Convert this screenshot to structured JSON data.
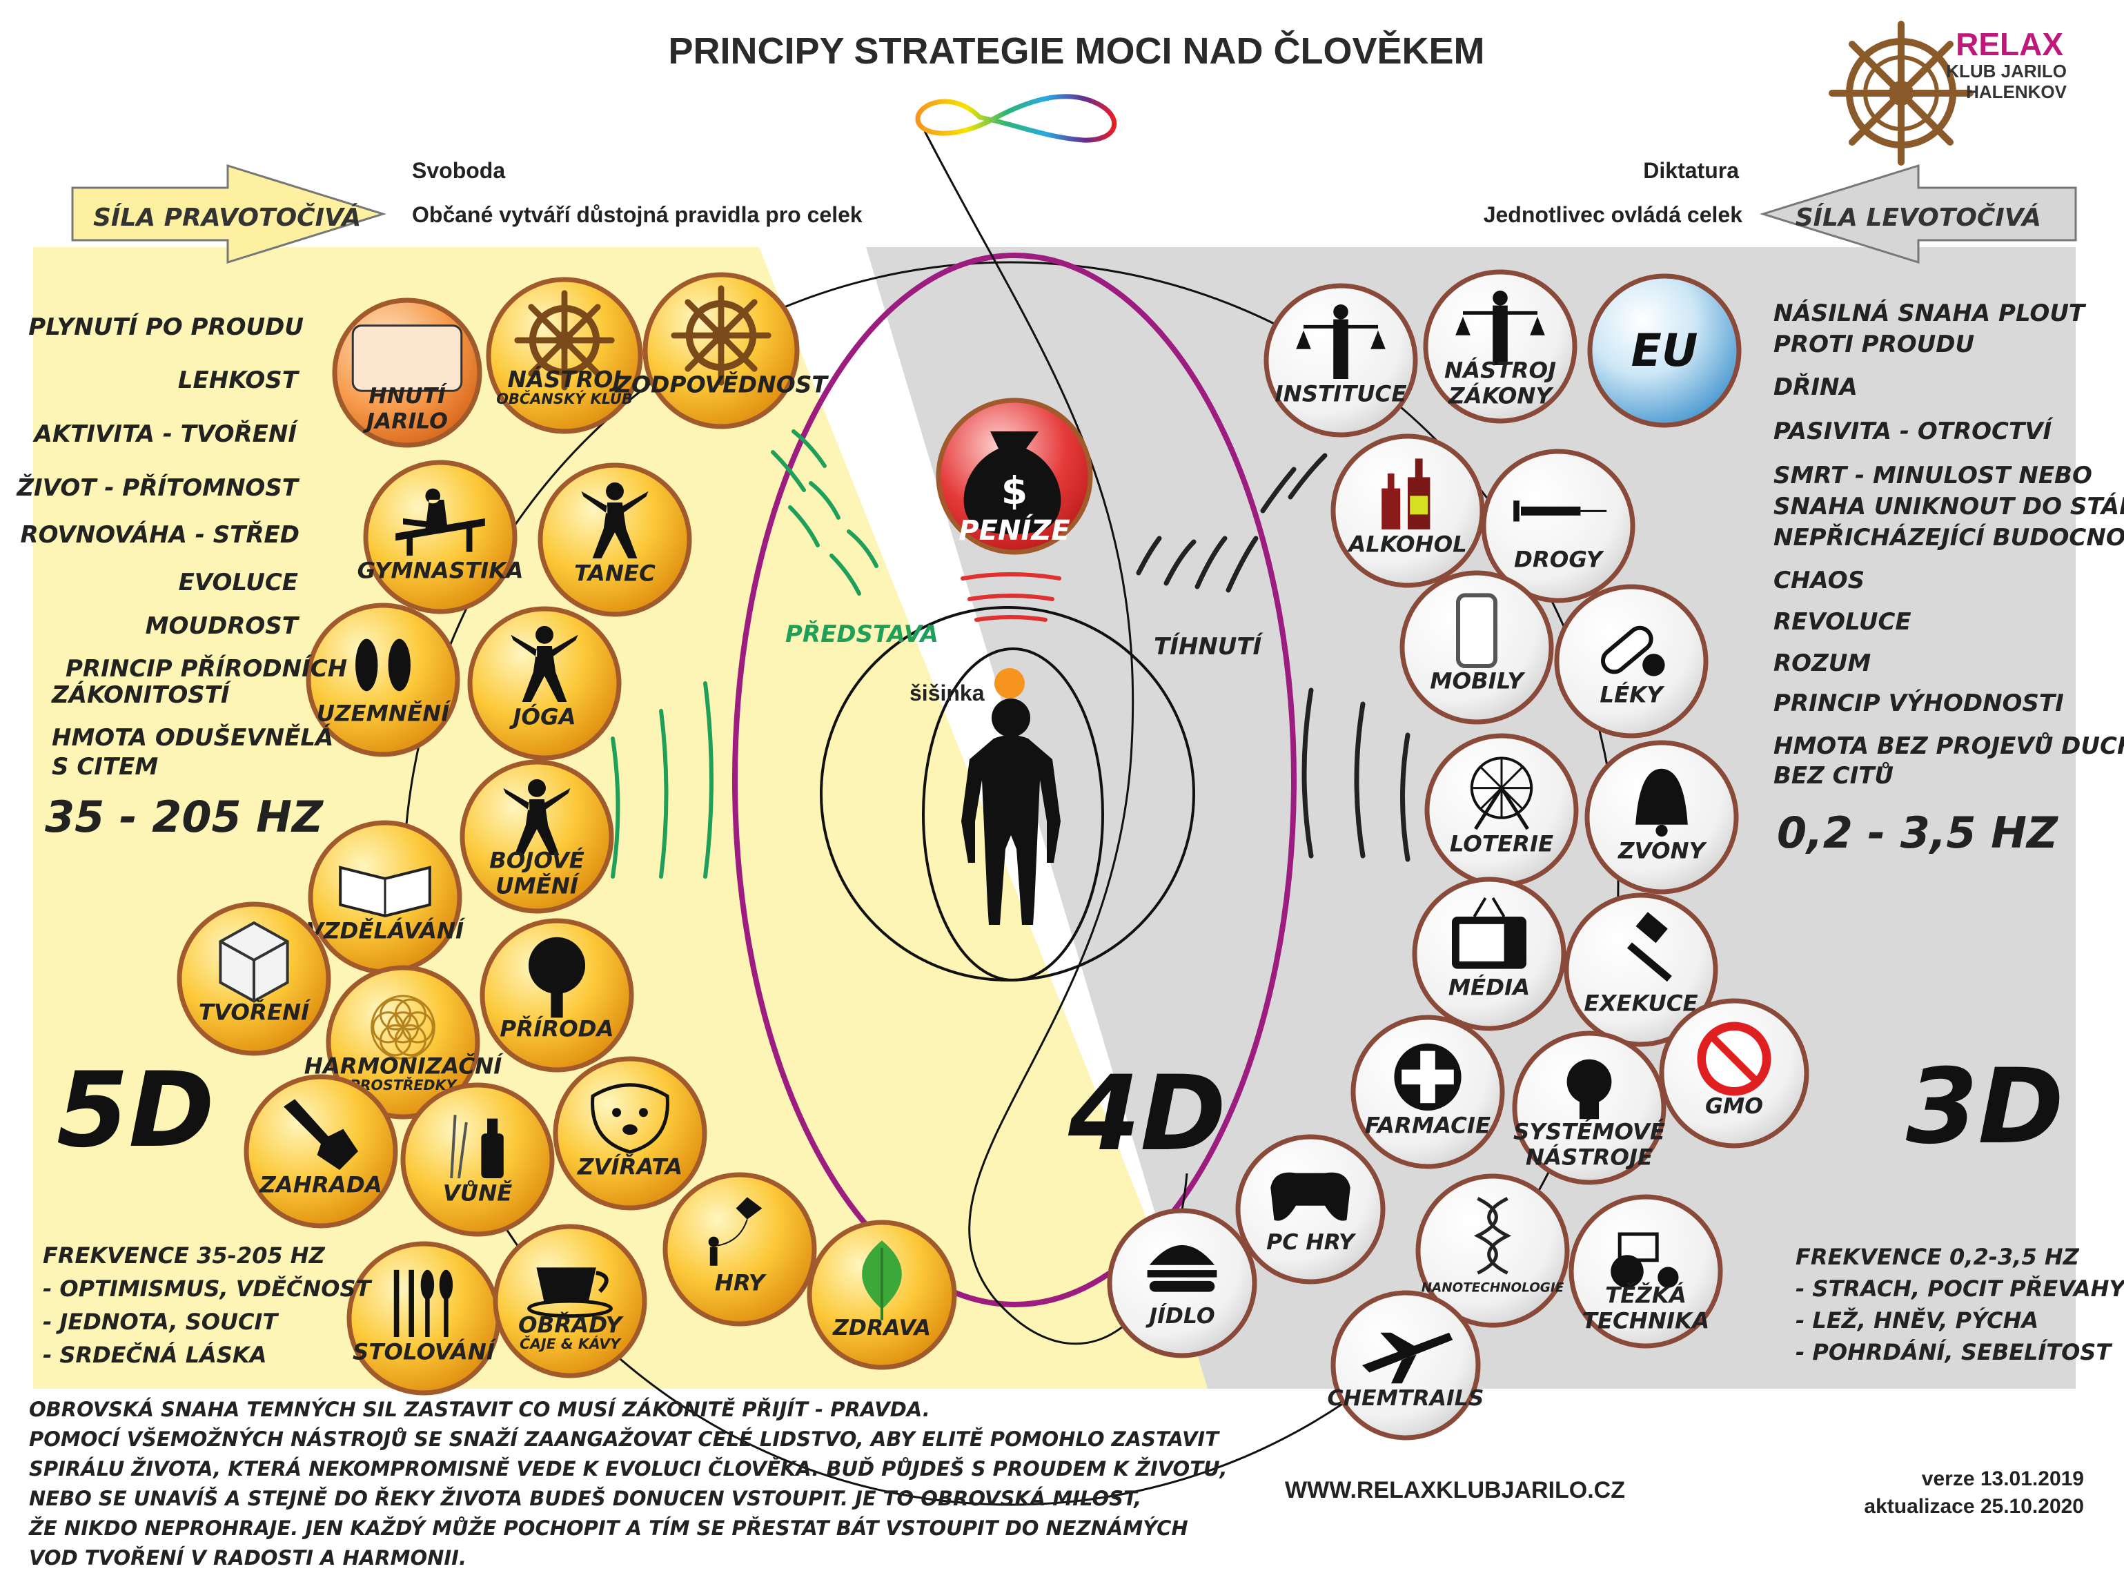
{
  "title": "PRINCIPY STRATEGIE MOCI NAD ČLOVĚKEM",
  "logo": {
    "brand": "RELAX",
    "line1": "KLUB JARILO",
    "line2": "HALENKOV"
  },
  "header_left": {
    "arrow_label": "SÍLA PRAVOTOČIVÁ",
    "heading": "Svoboda",
    "subheading": "Občané vytváří důstojná pravidla pro celek"
  },
  "header_right": {
    "arrow_label": "SÍLA LEVOTOČIVÁ",
    "heading": "Diktatura",
    "subheading": "Jednotlivec ovládá celek"
  },
  "left_list": [
    "PLYNUTÍ PO PROUDU",
    "LEHKOST",
    "AKTIVITA - TVOŘENÍ",
    "ŽIVOT - PŘÍTOMNOST",
    "ROVNOVÁHA - STŘED",
    "EVOLUCE",
    "MOUDROST",
    "PRINCIP PŘÍRODNÍCH",
    "ZÁKONITOSTÍ",
    "HMOTA ODUŠEVNĚLÁ",
    "S CITEM"
  ],
  "left_hz": "35 - 205 HZ",
  "right_list": [
    "NÁSILNÁ SNAHA PLOUT",
    "PROTI PROUDU",
    "DŘINA",
    "PASIVITA - OTROCTVÍ",
    "SMRT - MINULOST NEBO",
    "SNAHA UNIKNOUT DO STÁLE",
    "NEPŘICHÁZEJÍCÍ BUDOCNOSTI",
    "CHAOS",
    "REVOLUCE",
    "ROZUM",
    "PRINCIP VÝHODNOSTI",
    "HMOTA BEZ PROJEVŮ DUCHA",
    "BEZ CITŮ"
  ],
  "right_hz": "0,2 - 3,5 HZ",
  "dim_5d": "5D",
  "dim_4d": "4D",
  "dim_3d": "3D",
  "center": {
    "money": "PENÍZE",
    "imagination": "PŘEDSTAVA",
    "attraction": "TÍHNUTÍ",
    "pineal": "šišinka"
  },
  "left_nodes": [
    {
      "label": "HNUTÍ",
      "label2": "JARILO",
      "icon": "logo-icon",
      "style": "orange"
    },
    {
      "label": "NÁSTROJ",
      "label2": "OBČANSKÝ KLUB",
      "icon": "wheel-icon",
      "style": "gold"
    },
    {
      "label": "ZODPOVĚDNOST",
      "label2": "",
      "icon": "wheel-icon",
      "style": "gold"
    },
    {
      "label": "GYMNASTIKA",
      "label2": "",
      "icon": "gymnast-icon",
      "style": "gold"
    },
    {
      "label": "TANEC",
      "label2": "",
      "icon": "dancer-icon",
      "style": "gold"
    },
    {
      "label": "UZEMNĚNÍ",
      "label2": "",
      "icon": "feet-icon",
      "style": "gold"
    },
    {
      "label": "JÓGA",
      "label2": "",
      "icon": "yoga-icon",
      "style": "gold"
    },
    {
      "label": "BOJOVÉ",
      "label2": "UMĚNÍ",
      "icon": "karate-icon",
      "style": "gold"
    },
    {
      "label": "VZDĚLÁVÁNÍ",
      "label2": "",
      "icon": "book-icon",
      "style": "gold"
    },
    {
      "label": "TVOŘENÍ",
      "label2": "",
      "icon": "cube-icon",
      "style": "gold"
    },
    {
      "label": "HARMONIZAČNÍ",
      "label2": "PROSTŘEDKY",
      "icon": "flower-of-life-icon",
      "style": "gold"
    },
    {
      "label": "PŘÍRODA",
      "label2": "",
      "icon": "tree-icon",
      "style": "gold"
    },
    {
      "label": "ZAHRADA",
      "label2": "",
      "icon": "shovel-icon",
      "style": "gold"
    },
    {
      "label": "VŮNĚ",
      "label2": "",
      "icon": "bottle-icon",
      "style": "gold"
    },
    {
      "label": "ZVÍŘATA",
      "label2": "",
      "icon": "dog-icon",
      "style": "gold"
    },
    {
      "label": "HRY",
      "label2": "",
      "icon": "kite-icon",
      "style": "gold"
    },
    {
      "label": "ZDRAVA",
      "label2": "",
      "icon": "leaf-icon",
      "style": "gold"
    },
    {
      "label": "STOLOVÁNÍ",
      "label2": "",
      "icon": "cutlery-icon",
      "style": "gold"
    },
    {
      "label": "OBŘADY",
      "label2": "ČAJE & KÁVY",
      "icon": "cup-icon",
      "style": "gold"
    }
  ],
  "right_nodes": [
    {
      "label": "INSTITUCE",
      "label2": "",
      "icon": "justice-icon",
      "style": "white"
    },
    {
      "label": "NÁSTROJ",
      "label2": "ZÁKONY",
      "icon": "scales-icon",
      "style": "white"
    },
    {
      "label": "EU",
      "label2": "",
      "icon": "",
      "style": "blue"
    },
    {
      "label": "ALKOHOL",
      "label2": "",
      "icon": "bottles-icon",
      "style": "white"
    },
    {
      "label": "DROGY",
      "label2": "",
      "icon": "syringe-icon",
      "style": "white"
    },
    {
      "label": "MOBILY",
      "label2": "",
      "icon": "phone-icon",
      "style": "white"
    },
    {
      "label": "LÉKY",
      "label2": "",
      "icon": "pill-icon",
      "style": "white"
    },
    {
      "label": "LOTERIE",
      "label2": "",
      "icon": "ferris-wheel-icon",
      "style": "white"
    },
    {
      "label": "ZVONY",
      "label2": "",
      "icon": "bell-icon",
      "style": "white"
    },
    {
      "label": "MÉDIA",
      "label2": "",
      "icon": "tv-icon",
      "style": "white"
    },
    {
      "label": "EXEKUCE",
      "label2": "",
      "icon": "gavel-icon",
      "style": "white"
    },
    {
      "label": "FARMACIE",
      "label2": "",
      "icon": "medic-icon",
      "style": "white"
    },
    {
      "label": "SYSTÉMOVÉ",
      "label2": "NÁSTROJE",
      "icon": "bulb-icon",
      "style": "white"
    },
    {
      "label": "GMO",
      "label2": "",
      "icon": "no-gmo-icon",
      "style": "white"
    },
    {
      "label": "PC HRY",
      "label2": "",
      "icon": "gamepad-icon",
      "style": "white"
    },
    {
      "label": "JÍDLO",
      "label2": "",
      "icon": "burger-icon",
      "style": "white"
    },
    {
      "label": "NANOTECHNOLOGIE",
      "label2": "",
      "icon": "dna-icon",
      "style": "white"
    },
    {
      "label": "TĚŽKÁ",
      "label2": "TECHNIKA",
      "icon": "tractor-icon",
      "style": "white"
    },
    {
      "label": "CHEMTRAILS",
      "label2": "",
      "icon": "airplane-icon",
      "style": "white"
    }
  ],
  "left_freq": [
    "FREKVENCE 35-205 HZ",
    "- OPTIMISMUS, VDĚČNOST",
    "- JEDNOTA, SOUCIT",
    "- SRDEČNÁ LÁSKA"
  ],
  "right_freq": [
    "FREKVENCE 0,2-3,5 HZ",
    "- STRACH, POCIT PŘEVAHY",
    "- LEŽ, HNĚV, PÝCHA",
    "- POHRDÁNÍ, SEBELÍTOST"
  ],
  "footer_text": [
    "OBROVSKÁ SNAHA TEMNÝCH SIL ZASTAVIT CO MUSÍ ZÁKONITĚ PŘIJÍT - PRAVDA.",
    "POMOCÍ VŠEMOŽNÝCH NÁSTROJŮ SE SNAŽÍ ZAANGAŽOVAT CELÉ LIDSTVO, ABY ELITĚ POMOHLO ZASTAVIT",
    "SPIRÁLU ŽIVOTA, KTERÁ NEKOMPROMISNĚ VEDE K EVOLUCI ČLOVĚKA. BUĎ PŮJDEŠ S PROUDEM K ŽIVOTU,",
    "NEBO SE UNAVÍŠ A STEJNĚ DO ŘEKY ŽIVOTA BUDEŠ DONUCEN VSTOUPIT. JE TO OBROVSKÁ MILOST,",
    "ŽE NIKDO NEPROHRAJE. JEN KAŽDÝ MŮŽE POCHOPIT A TÍM SE PŘESTAT BÁT VSTOUPIT DO NEZNÁMÝCH",
    "VOD TVOŘENÍ V RADOSTI A HARMONII."
  ],
  "website": "WWW.RELAXKLUBJARILO.CZ",
  "version": "verze 13.01.2019",
  "updated": "aktualizace 25.10.2020",
  "colors": {
    "yellow_zone": "#fdf5b6",
    "gray_zone": "#d9d9d9",
    "purple_ellipse": "#9c1c7f",
    "wave_green": "#1fa05a",
    "wave_red": "#e03030",
    "node_border_left": "#a05a2c",
    "node_border_right": "#8a4a3a",
    "eu_blue": "#3a8fcc",
    "logo_pink": "#c0187a"
  }
}
